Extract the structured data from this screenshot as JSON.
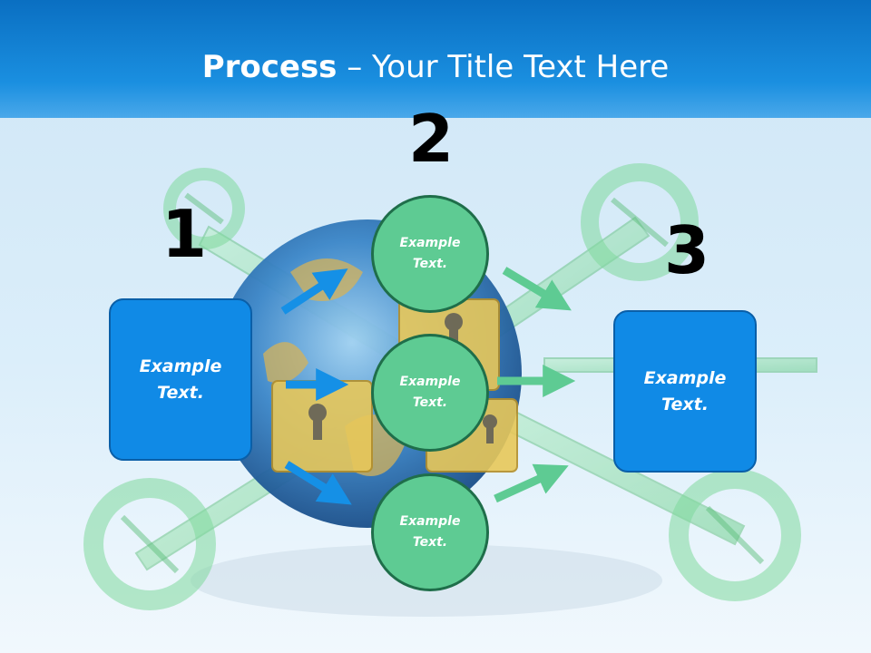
{
  "title": {
    "bold": "Process",
    "rest": " – Your Title Text Here"
  },
  "steps": {
    "one": "1",
    "two": "2",
    "three": "3"
  },
  "left_box": {
    "line1": "Example",
    "line2": "Text."
  },
  "right_box": {
    "line1": "Example",
    "line2": "Text."
  },
  "circles": [
    {
      "line1": "Example",
      "line2": "Text."
    },
    {
      "line1": "Example",
      "line2": "Text."
    },
    {
      "line1": "Example",
      "line2": "Text."
    }
  ],
  "colors": {
    "blue": "#108ae6",
    "green": "#5ecb93",
    "arrow_blue": "#1590e6",
    "arrow_green": "#5ecb93"
  }
}
